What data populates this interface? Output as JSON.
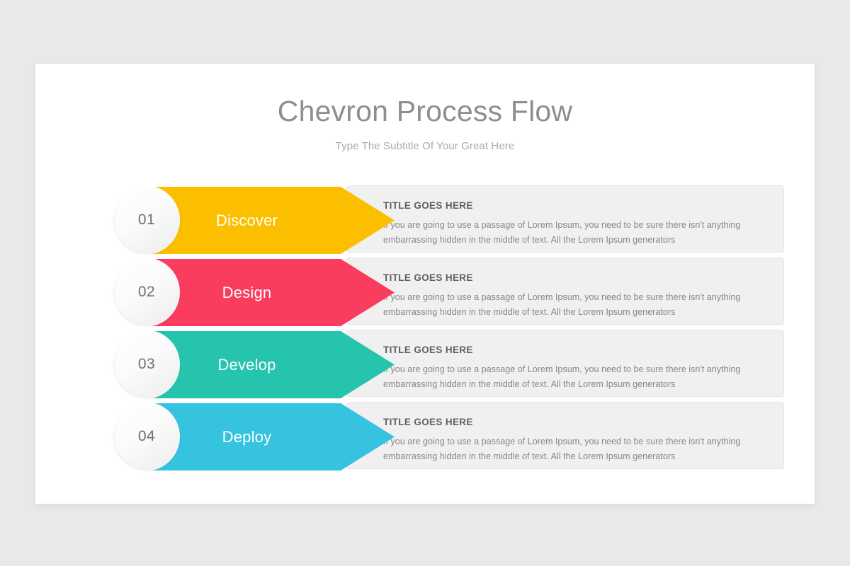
{
  "slide": {
    "title": "Chevron Process Flow",
    "subtitle": "Type The Subtitle Of Your Great Here"
  },
  "colors": {
    "page_background": "#e9e9eb",
    "card_background": "#ffffff",
    "panel_background": "#f0f0f0",
    "title_text": "#8d8d92",
    "subtitle_text": "#a9a9ae"
  },
  "steps": [
    {
      "number": "01",
      "label": "Discover",
      "color": "#fbbf00",
      "panel_title": "TITLE GOES HERE",
      "panel_body": "If you are going to use a passage of Lorem Ipsum, you need to be sure there isn't anything embarrassing hidden in the middle of text. All the Lorem Ipsum generators"
    },
    {
      "number": "02",
      "label": "Design",
      "color": "#fa3c5f",
      "panel_title": "TITLE GOES HERE",
      "panel_body": "If you are going to use a passage of Lorem Ipsum, you need to be sure there isn't anything embarrassing hidden in the middle of text. All the Lorem Ipsum generators"
    },
    {
      "number": "03",
      "label": "Develop",
      "color": "#26c3ad",
      "panel_title": "TITLE GOES HERE",
      "panel_body": "If you are going to use a passage of Lorem Ipsum, you need to be sure there isn't anything embarrassing hidden in the middle of text. All the Lorem Ipsum generators"
    },
    {
      "number": "04",
      "label": "Deploy",
      "color": "#35c3e0",
      "panel_title": "TITLE GOES HERE",
      "panel_body": "If you are going to use a passage of Lorem Ipsum, you need to be sure there isn't anything embarrassing hidden in the middle of text. All the Lorem Ipsum generators"
    }
  ]
}
